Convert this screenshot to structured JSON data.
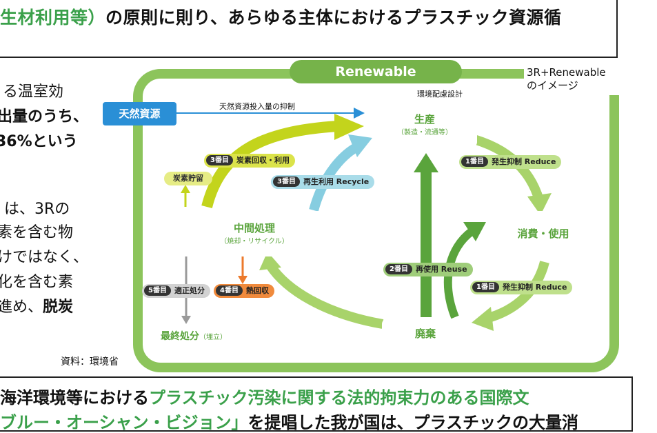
{
  "top": {
    "green": "生材利用等）",
    "black": "の原則に則り、あらゆる主体におけるプラスチック資源循"
  },
  "left_lines": [
    {
      "text": "る温室効",
      "bold": false
    },
    {
      "text": "出量のうち、",
      "bold": true
    },
    {
      "text": "36%という",
      "bold": true
    },
    {
      "text": "は、3Rの",
      "bold": false
    },
    {
      "text": "素を含む物",
      "bold": false
    },
    {
      "text": "けではなく、",
      "bold": false
    },
    {
      "text": "化を含む素",
      "bold": false
    },
    {
      "text": "進め、",
      "bold": false,
      "bold_tail": "脱炭"
    }
  ],
  "source": "資料：環境省",
  "diagram": {
    "renewable": "Renewable",
    "caption_line1": "3R+Renewable",
    "caption_line2": "のイメージ",
    "natural_resources": "天然資源",
    "input_suppression": "天然資源投入量の抑制",
    "eco_design": "環境配慮設計",
    "production": "生産",
    "production_sub": "（製造・流通等）",
    "consumption": "消費・使用",
    "waste": "廃棄",
    "intermediate": "中間処理",
    "intermediate_sub": "（焼却・リサイクル）",
    "final_disposal": "最終処分",
    "final_disposal_sub": "（埋立）",
    "carbon_storage": "炭素貯留",
    "tags": {
      "t3_carbon": {
        "pill": "3番目",
        "text": "炭素回収・利用"
      },
      "t3_recycle": {
        "pill": "3番目",
        "text": "再生利用 Recycle"
      },
      "t1_reduce_a": {
        "pill": "1番目",
        "text": "発生抑制 Reduce"
      },
      "t2_reuse": {
        "pill": "2番目",
        "text": "再使用 Reuse"
      },
      "t1_reduce_b": {
        "pill": "1番目",
        "text": "発生抑制 Reduce"
      },
      "t5_disposal": {
        "pill": "5番目",
        "text": "適正処分"
      },
      "t4_heat": {
        "pill": "4番目",
        "text": "熱回収"
      }
    },
    "colors": {
      "frame": "#8cc45b",
      "tab": "#76b34a",
      "blue": "#2a8fd6",
      "lime": "#c3d41c",
      "recycle": "#86cde0",
      "orange": "#ec7a2c",
      "grey": "#9a9a9a"
    }
  },
  "bottom": {
    "line1_black": "海洋環境等における",
    "line1_green": "プラスチック汚染に関する法的拘束力のある国際文",
    "line2_green": "ブルー・オーシャン・ビジョン」",
    "line2_black": "を提唱した我が国は、プラスチックの大量消"
  }
}
